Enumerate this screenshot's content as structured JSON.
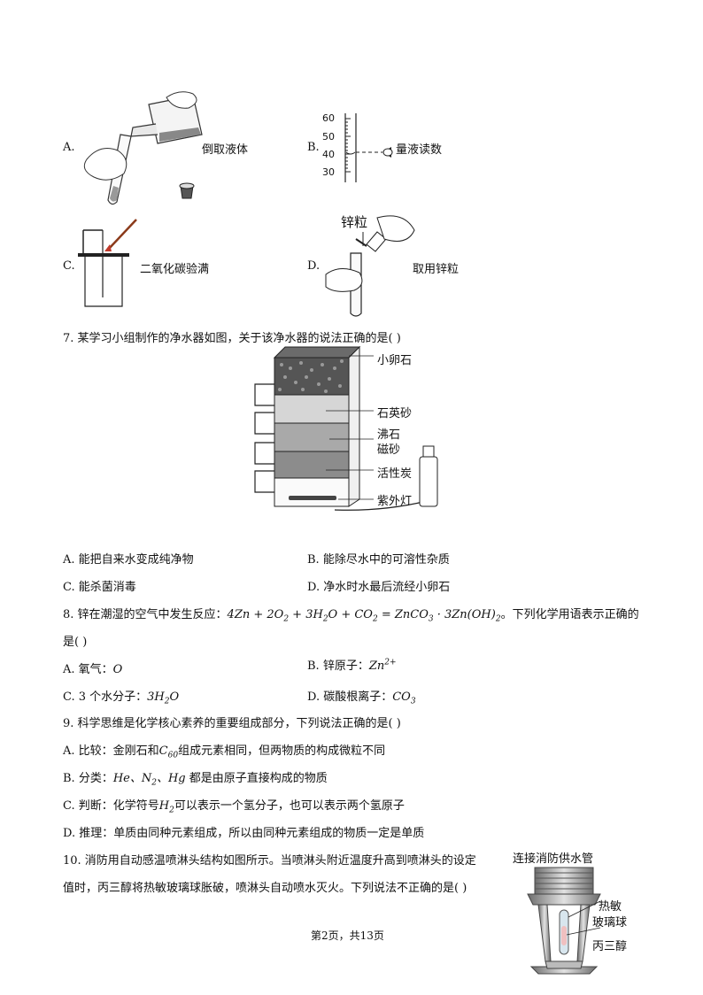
{
  "q6": {
    "a": {
      "letter": "A.",
      "caption": "倒取液体"
    },
    "b": {
      "letter": "B.",
      "caption": "量液读数",
      "ticks": [
        "60",
        "50",
        "40",
        "30"
      ]
    },
    "c": {
      "letter": "C.",
      "caption": "二氧化碳验满"
    },
    "d": {
      "letter": "D.",
      "caption": "取用锌粒",
      "label": "锌粒"
    }
  },
  "q7": {
    "stem": "7. 某学习小组制作的净水器如图，关于该净水器的说法正确的是(    )",
    "figure_labels": [
      "小卵石",
      "石英砂",
      "沸石",
      "磁砂",
      "活性炭",
      "紫外灯"
    ],
    "options": {
      "a": "A. 能把自来水变成纯净物",
      "b": "B. 能除尽水中的可溶性杂质",
      "c": "C. 能杀菌消毒",
      "d": "D. 净水时水最后流经小卵石"
    }
  },
  "q8": {
    "stem_prefix": "8. 锌在潮湿的空气中发生反应：",
    "stem_suffix": "。下列化学用语表示正确的",
    "stem_line2": "是(    )",
    "a_label": "A. 氧气：",
    "b_label": "B. 锌原子：",
    "c_label": "C. 3 个水分子：",
    "d_label": "D. 碳酸根离子："
  },
  "q9": {
    "stem": "9. 科学思维是化学核心素养的重要组成部分，下列说法正确的是(    )",
    "a_prefix": "A. 比较：金刚石和",
    "a_suffix": "组成元素相同，但两物质的构成微粒不同",
    "b_prefix": "B. 分类：",
    "b_suffix": "都是由原子直接构成的物质",
    "c_prefix": "C. 判断：化学符号",
    "c_suffix": "可以表示一个氢分子，也可以表示两个氢原子",
    "d": "D. 推理：单质由同种元素组成，所以由同种元素组成的物质一定是单质"
  },
  "q10": {
    "line1": "10. 消防用自动感温喷淋头结构如图所示。当喷淋头附近温度升高到喷淋头的设定",
    "line2": "值时，丙三醇将热敏玻璃球胀破，喷淋头自动喷水灭火。下列说法不正确的是(    )",
    "figure_title": "连接消防供水管",
    "figure_labels": [
      "热敏",
      "玻璃球",
      "丙三醇"
    ]
  },
  "footer": "第2页，共13页"
}
